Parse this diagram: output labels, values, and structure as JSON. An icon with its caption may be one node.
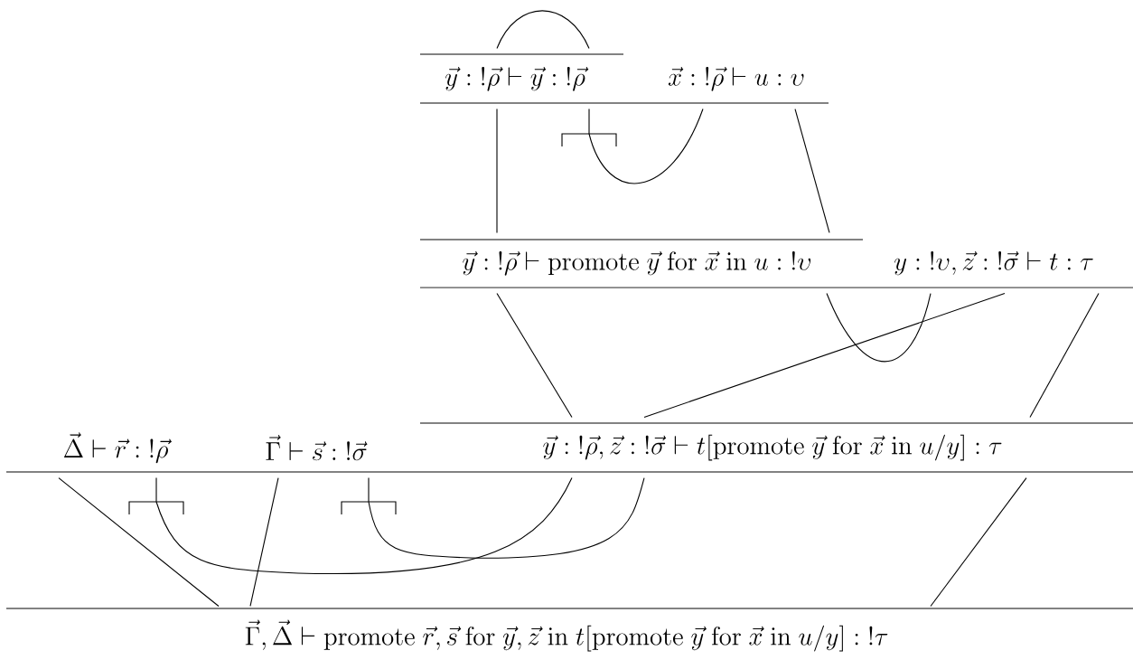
{
  "diagram": {
    "nodes": [
      {
        "text": [
          "\\vec{y} : {!}\\vec{\\rho} \\vdash \\vec{y} : {!}\\vec{\\rho}"
        ]
      },
      {
        "text": [
          "\\vec{x} : {!}\\vec{\\rho} \\vdash u : \\upsilon"
        ]
      },
      {
        "text": [
          "\\vec{y} : {!}\\vec{\\rho} \\vdash \\mathrm{promote}\\ \\vec{y}\\ \\mathrm{for}\\ \\vec{x}\\ \\mathrm{in}\\ u : {!}\\upsilon"
        ]
      },
      {
        "text": [
          "y : {!}\\upsilon, \\vec{z} : {!}\\vec{\\sigma} \\vdash t : \\tau"
        ]
      },
      {
        "text": [
          "\\vec{\\Delta} \\vdash \\vec{r} : {!}\\vec{\\rho}"
        ]
      },
      {
        "text": [
          "\\vec{\\Gamma} \\vdash \\vec{s} : {!}\\vec{\\sigma}"
        ]
      },
      {
        "text": [
          "\\vec{y} : {!}\\vec{\\rho}, \\vec{z} : {!}\\vec{\\sigma} \\vdash t[\\mathrm{promote}\\ \\vec{y}\\ \\mathrm{for}\\ \\vec{x}\\ \\mathrm{in}\\ u/y] : \\tau"
        ]
      },
      {
        "text": [
          "\\vec{\\Gamma}, \\vec{\\Delta} \\vdash \\mathrm{promote}\\ \\vec{r}, \\vec{s}\\ \\mathrm{for}\\ \\vec{y}, \\vec{z}\\ \\mathrm{in}\\ t[\\mathrm{promote}\\ \\vec{y}\\ \\mathrm{for}\\ \\vec{x}\\ \\mathrm{in}\\ u/y] : {!}\\tau"
        ]
      }
    ],
    "edges": [
      {
        "from": 0,
        "to": 0,
        "arrow": "none"
      },
      {
        "from": 0,
        "to": 2,
        "arrow": "none"
      },
      {
        "from": 0,
        "to": 1,
        "arrow": "none"
      },
      {
        "from": 1,
        "to": 2,
        "arrow": "none"
      },
      {
        "from": 2,
        "to": 6,
        "arrow": "none"
      },
      {
        "from": 2,
        "to": 3,
        "arrow": "none"
      },
      {
        "from": 3,
        "to": 6,
        "arrow": "none"
      },
      {
        "from": 3,
        "to": 6,
        "arrow": "none"
      },
      {
        "from": 4,
        "to": 7,
        "arrow": "none"
      },
      {
        "from": 4,
        "to": 6,
        "arrow": "none"
      },
      {
        "from": 5,
        "to": 7,
        "arrow": "none"
      },
      {
        "from": 5,
        "to": 6,
        "arrow": "none"
      },
      {
        "from": 6,
        "to": 7,
        "arrow": "none"
      }
    ]
  }
}
